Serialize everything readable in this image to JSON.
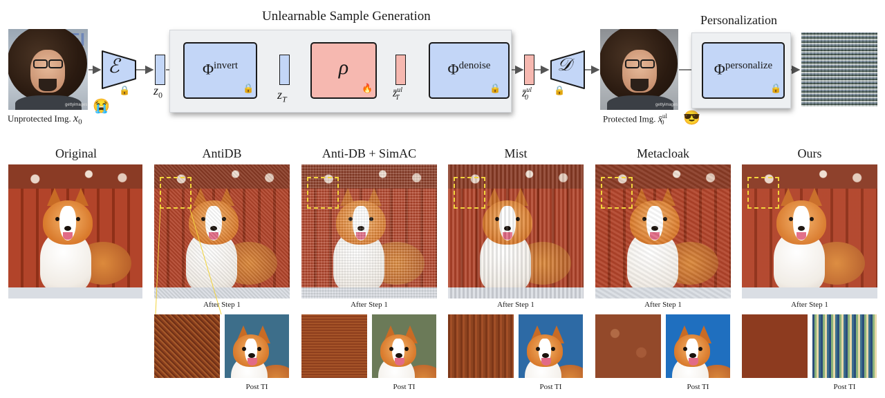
{
  "pipeline": {
    "generation_title": "Unlearnable Sample Generation",
    "personalization_title": "Personalization",
    "encoder_symbol": "ℰ",
    "decoder_symbol": "𝒟",
    "z0": "z",
    "z0_sub": "0",
    "zT": "z",
    "zT_sub": "T",
    "zTul": "z̄",
    "zTul_sup": "ul",
    "zTul_sub": "T",
    "z0ul": "z̄",
    "z0ul_sup": "ul",
    "z0ul_sub": "0",
    "phi": "Φ",
    "invert_sup": "invert",
    "rho": "ρ",
    "denoise_sup": "denoise",
    "personalize_sup": "personalize",
    "unprotected_caption": "Unprotected Img.",
    "unprotected_math": "x",
    "unprotected_math_sub": "0",
    "protected_caption": "Protected Img.",
    "protected_math": "x̄",
    "protected_math_sup": "ul",
    "protected_math_sub": "0",
    "lock_icon": "🔒",
    "fire_icon": "🔥",
    "crying_emoji": "😭",
    "cool_emoji": "😎",
    "photo_watermark": "gettyimages"
  },
  "comparison": {
    "original_title": "Original",
    "methods": [
      {
        "name": "AntiDB",
        "step_caption": "After Step 1",
        "post_caption": "Post TI"
      },
      {
        "name": "Anti-DB + SimAC",
        "step_caption": "After Step 1",
        "post_caption": "Post TI"
      },
      {
        "name": "Mist",
        "step_caption": "After Step 1",
        "post_caption": "Post TI"
      },
      {
        "name": "Metacloak",
        "step_caption": "After Step 1",
        "post_caption": "Post TI"
      },
      {
        "name": "Ours",
        "step_caption": "After Step 1",
        "post_caption": "Post TI"
      }
    ]
  },
  "colors": {
    "block_blue": "#c3d6f7",
    "block_pink": "#f6b8b0",
    "panel_gray": "#eef0f2",
    "highlight_yellow": "#f2d43c"
  }
}
